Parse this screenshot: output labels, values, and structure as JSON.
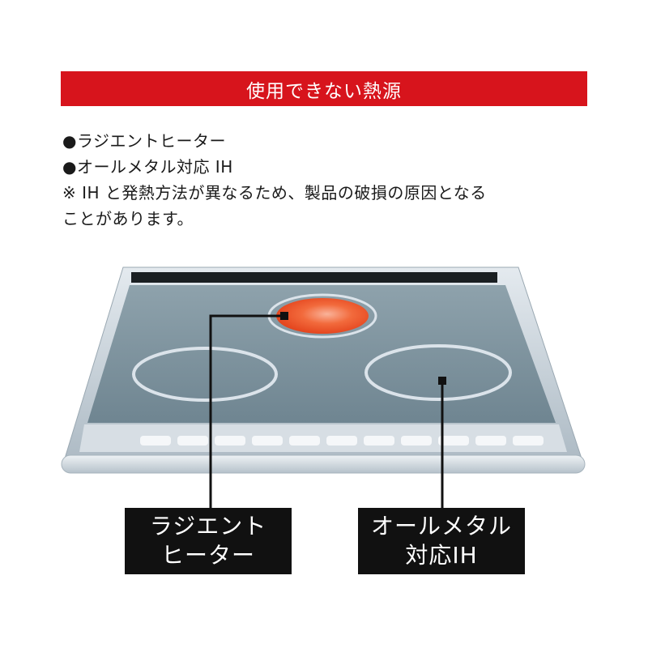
{
  "banner": {
    "title": "使用できない熱源"
  },
  "notes": {
    "item1": "●ラジエントヒーター",
    "item2": "●オールメタル対応 IH",
    "caution_line1": "※ IH と発熱方法が異なるため、製品の破損の原因となる",
    "caution_line2": "ことがあります。"
  },
  "labels": {
    "radiant_line1": "ラジエント",
    "radiant_line2": "ヒーター",
    "allmetal_line1": "オールメタル",
    "allmetal_line2": "対応IH"
  },
  "colors": {
    "banner": "#d7141c",
    "cooktop_glass": "#7a8f99",
    "frame": "#c9d3db",
    "burner_ring": "#dbe3ea",
    "radiant_hot": "#ef4a1e",
    "label_bg": "#111111"
  }
}
